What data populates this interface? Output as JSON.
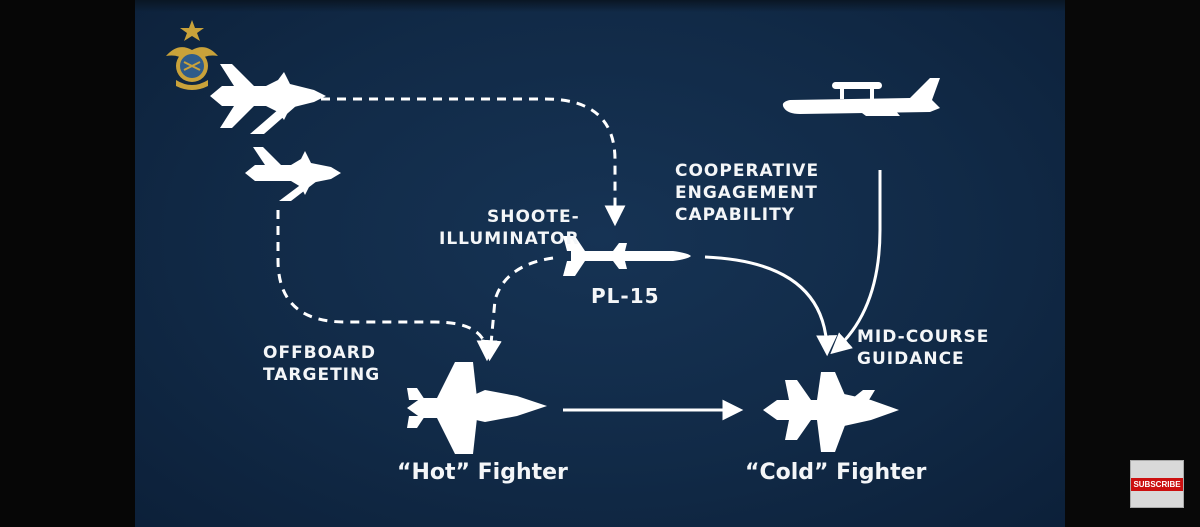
{
  "labels": {
    "shooter_line1": "SHOOTE-",
    "shooter_line2": "ILLUMINATOR",
    "cooperative_line1": "COOPERATIVE",
    "cooperative_line2": "ENGAGEMENT",
    "cooperative_line3": "CAPABILITY",
    "missile": "PL-15",
    "offboard_line1": "OFFBOARD",
    "offboard_line2": "TARGETING",
    "midcourse_line1": "MID-COURSE",
    "midcourse_line2": "GUIDANCE",
    "hot_fighter": "“Hot” Fighter",
    "cold_fighter": "“Cold” Fighter"
  },
  "overlay": {
    "subscribe_label": "SUBSCRIBE"
  },
  "icons": {
    "emblem": "air-force-emblem-icon",
    "jet_top": "fighter-jet-icon",
    "jet_second": "fighter-jet-icon",
    "awacs": "awacs-aircraft-icon",
    "missile": "missile-icon",
    "hot_jet": "fighter-jet-icon",
    "cold_jet": "fighter-jet-icon"
  },
  "colors": {
    "background": "#112a47",
    "foreground": "#ffffff",
    "emblem_gold": "#c9a23a",
    "emblem_blue": "#2f5c8a",
    "subscribe_red": "#cc1010"
  }
}
